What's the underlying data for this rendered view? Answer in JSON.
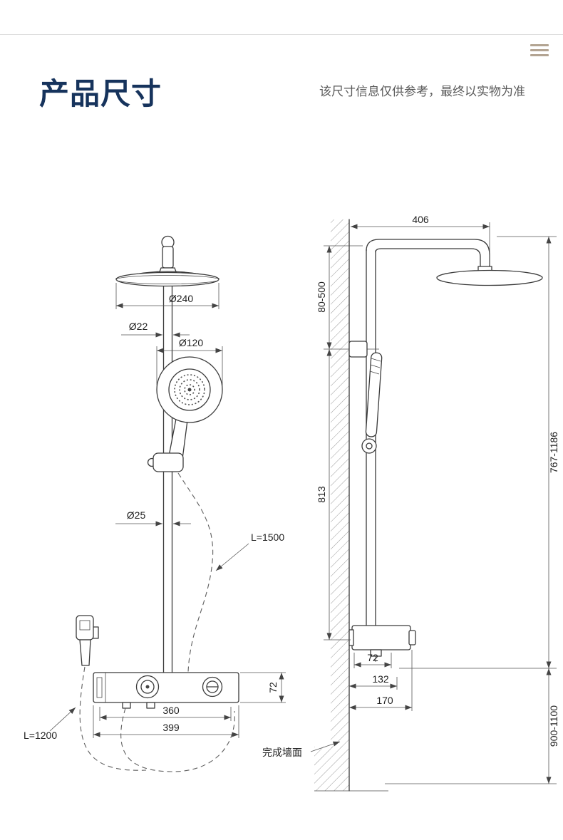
{
  "header": {
    "title": "产品尺寸",
    "disclaimer": "该尺寸信息仅供参考，最终以实物为准"
  },
  "colors": {
    "title": "#16335c",
    "secondary_text": "#5a5a5a",
    "drawing_line": "#3a3a3a",
    "menu_icon": "#b3a492"
  },
  "diagram": {
    "front_view": {
      "head_diameter": "Ø240",
      "slide_bar_diameter": "Ø22",
      "hand_shower_diameter": "Ø120",
      "riser_diameter": "Ø25",
      "shower_hose_length": "L=1500",
      "spray_hose_length": "L=1200",
      "panel_height": "72",
      "panel_inner_width": "360",
      "panel_width": "399"
    },
    "side_view": {
      "arm_reach": "406",
      "head_height_range": "80-500",
      "slide_bar_height": "813",
      "riser_height_range": "767-1186",
      "outlet_offset": "72",
      "panel_inner_depth": "132",
      "panel_depth": "170",
      "installation_height_range": "900-1100",
      "finished_wall_label": "完成墙面"
    }
  }
}
